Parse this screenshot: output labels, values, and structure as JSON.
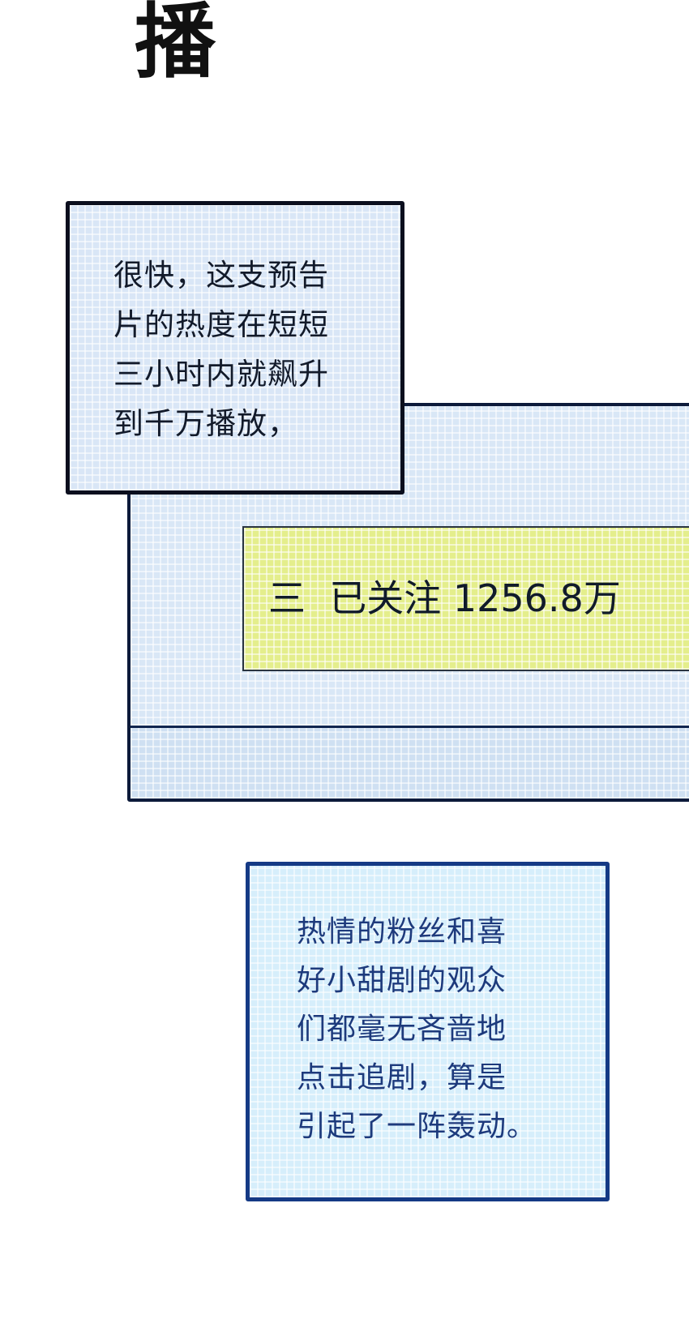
{
  "heading_char": "播",
  "caption_top": {
    "lines": [
      "很快，这支预告",
      "片的热度在短短",
      "三小时内就飙升",
      "到千万播放，"
    ]
  },
  "follow_bar": {
    "menu_icon": "menu-icon",
    "text": "三  已关注 1256.8万"
  },
  "caption_bottom": {
    "lines": [
      "热情的粉丝和喜",
      "好小甜剧的观众",
      "们都毫无吝啬地",
      "点击追剧，算是",
      "引起了一阵轰动。"
    ]
  },
  "colors": {
    "caption_fill": "#d9e6f6",
    "follow_bar_fill": "#e4ee8c",
    "caption_bottom_fill": "#d6eefb",
    "caption_bottom_border": "#153a85"
  }
}
